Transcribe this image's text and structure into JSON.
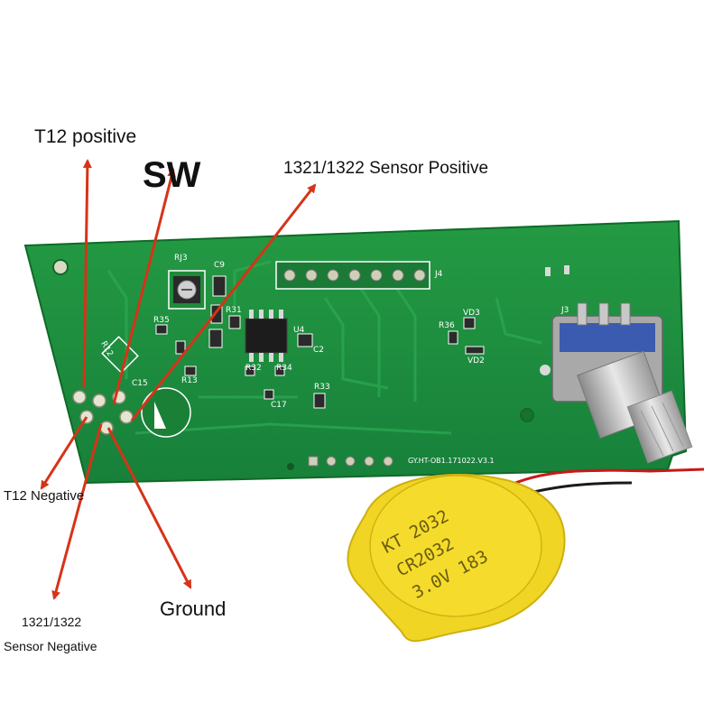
{
  "labels": {
    "t12_positive": "T12 positive",
    "sw": "SW",
    "sensor_positive": "1321/1322 Sensor Positive",
    "t12_negative": "T12 Negative",
    "ground": "Ground",
    "sensor_negative_line1": "1321/1322",
    "sensor_negative_line2": "Sensor Negative"
  },
  "board": {
    "rj3": "RJ3",
    "c9": "C9",
    "r35": "R35",
    "r31": "R31",
    "u4": "U4",
    "c2": "C2",
    "r12": "R12",
    "c15": "C15",
    "r32": "R32",
    "r34": "R34",
    "r13": "R13",
    "c17": "C17",
    "r33": "R33",
    "j4": "J4",
    "r36": "R36",
    "vd3": "VD3",
    "vd2": "VD2",
    "j3": "J3",
    "version": "GY.HT-OB1.171022.V3.1"
  },
  "battery": {
    "line1": "KT 2032",
    "line2": "CR2032",
    "line3": "3.0V 183"
  },
  "colors": {
    "pcb": "#1f8f3c",
    "pcb_dark": "#157a2f",
    "arrow": "#d63318",
    "battery": "#f1d524",
    "silk": "#ffffff"
  }
}
